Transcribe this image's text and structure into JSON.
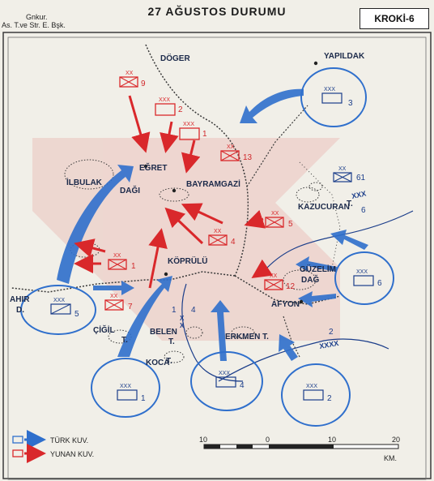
{
  "header": {
    "title": "27 AĞUSTOS DURUMU",
    "source_line1": "Gnkur.",
    "source_line2": "As. T.ve Str. E. Bşk.",
    "badge": "KROKİ-6"
  },
  "places": {
    "doger": "DÖGER",
    "yapildak": "YAPILDAK",
    "egret": "EĞRET",
    "ilbulak": "İLBULAK",
    "dagi": "DAĞI",
    "bayramgazi": "BAYRAMGAZİ",
    "kazucuran": "KAZUCURAN",
    "kazucuran_t": "T.",
    "koprulu": "KÖPRÜLÜ",
    "guzelim": "GÜZELİM",
    "guzelim_dag": "DAĞ",
    "afyon": "AFYON",
    "ahir": "AHIR",
    "ahir_d": "D.",
    "cigil": "ÇİĞİL",
    "cigil_t": "T.",
    "belen": "BELEN",
    "belen_t": "T.",
    "erkmen": "ERKMEN T.",
    "koca": "KOCA",
    "koca_t": "T."
  },
  "turkish_units": {
    "color": "#2f6fcc",
    "army_3": "3",
    "army_5": "5",
    "army_1": "1",
    "army_4": "4",
    "army_2": "2",
    "army_6": "6",
    "corps_61": "61",
    "corps_6": "6",
    "corps_4": "4",
    "corps_2": "2",
    "xxx": "XXX",
    "xx": "XX",
    "xxxx": "XXXX"
  },
  "greek_units": {
    "color": "#d9282b",
    "div_9": "9",
    "div_2": "2",
    "div_13": "13",
    "div_5": "5",
    "div_4": "4",
    "div_1": "1",
    "div_7": "7",
    "div_12": "12",
    "xx": "XX",
    "xxx": "XXX"
  },
  "legend": {
    "turkish": "TÜRK KUV.",
    "greek": "YUNAN KUV."
  },
  "scale": {
    "ticks": [
      "10",
      "0",
      "10",
      "20"
    ],
    "unit": "KM."
  }
}
